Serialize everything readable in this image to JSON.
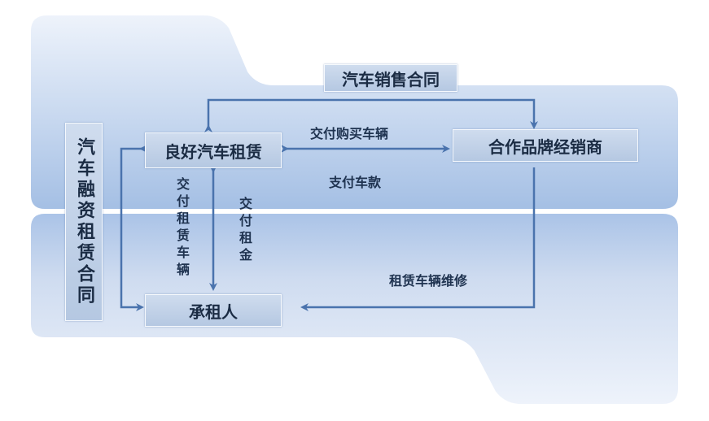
{
  "contracts": {
    "sales_contract": "汽车销售合同",
    "finance_lease_contract": "汽车融资租赁合同"
  },
  "entities": {
    "lessor": "良好汽车租赁",
    "dealer": "合作品牌经销商",
    "lessee": "承租人"
  },
  "flows": {
    "deliver_purchased_vehicle": "交付购买车辆",
    "pay_vehicle_price": "支付车款",
    "deliver_leased_vehicle": "交付租赁车辆",
    "pay_rent": "交付租金",
    "leased_vehicle_maintenance": "租赁车辆维修"
  },
  "colors": {
    "arrow": "#4a73ad",
    "panel_top": "#e9f0fa",
    "panel_bottom": "#a9c2e6"
  }
}
